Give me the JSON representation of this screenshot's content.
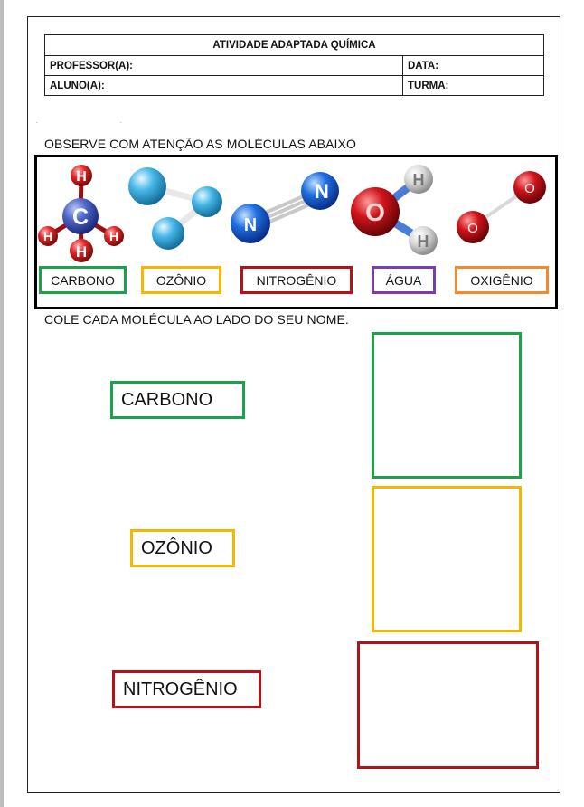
{
  "header": {
    "title": "ATIVIDADE ADAPTADA QUÍMICA",
    "professor_label": "PROFESSOR(A):",
    "data_label": "DATA:",
    "aluno_label": "ALUNO(A):",
    "turma_label": "TURMA:"
  },
  "instructions": {
    "observe": "OBSERVE COM ATENÇÃO AS MOLÉCULAS ABAIXO",
    "paste": "COLE CADA MOLÉCULA AO LADO DO SEU NOME."
  },
  "molecules": {
    "carbono": {
      "center": "C",
      "outer": "H"
    },
    "nitrogenio": {
      "atom": "N"
    },
    "agua": {
      "center": "O",
      "outer": "H"
    },
    "oxigenio": {
      "atom": "O"
    }
  },
  "molecule_labels": [
    {
      "text": "CARBONO",
      "color": "#1aa34a"
    },
    {
      "text": "OZÔNIO",
      "color": "#f5b800"
    },
    {
      "text": "NITROGÊNIO",
      "color": "#b31217"
    },
    {
      "text": "ÁGUA",
      "color": "#7a3fa8"
    },
    {
      "text": "OXIGÊNIO",
      "color": "#f08a2c"
    }
  ],
  "matching": [
    {
      "name": "CARBONO",
      "color": "#1aa34a"
    },
    {
      "name": "OZÔNIO",
      "color": "#f5b800"
    },
    {
      "name": "NITROGÊNIO",
      "color": "#b31217"
    }
  ]
}
